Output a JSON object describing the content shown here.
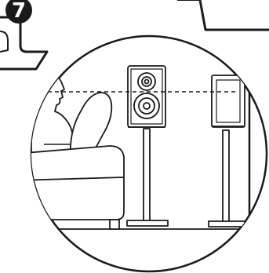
{
  "callout": {
    "step_number": "7"
  },
  "scene": {
    "elements": [
      "listener",
      "sofa",
      "front-speaker",
      "rear-speaker",
      "speaker-stand",
      "ear-height-guide",
      "wall"
    ]
  },
  "colors": {
    "line": "#1a1a1a",
    "background": "#ffffff",
    "badge_fill": "#1a1a1a",
    "badge_text": "#ffffff"
  }
}
